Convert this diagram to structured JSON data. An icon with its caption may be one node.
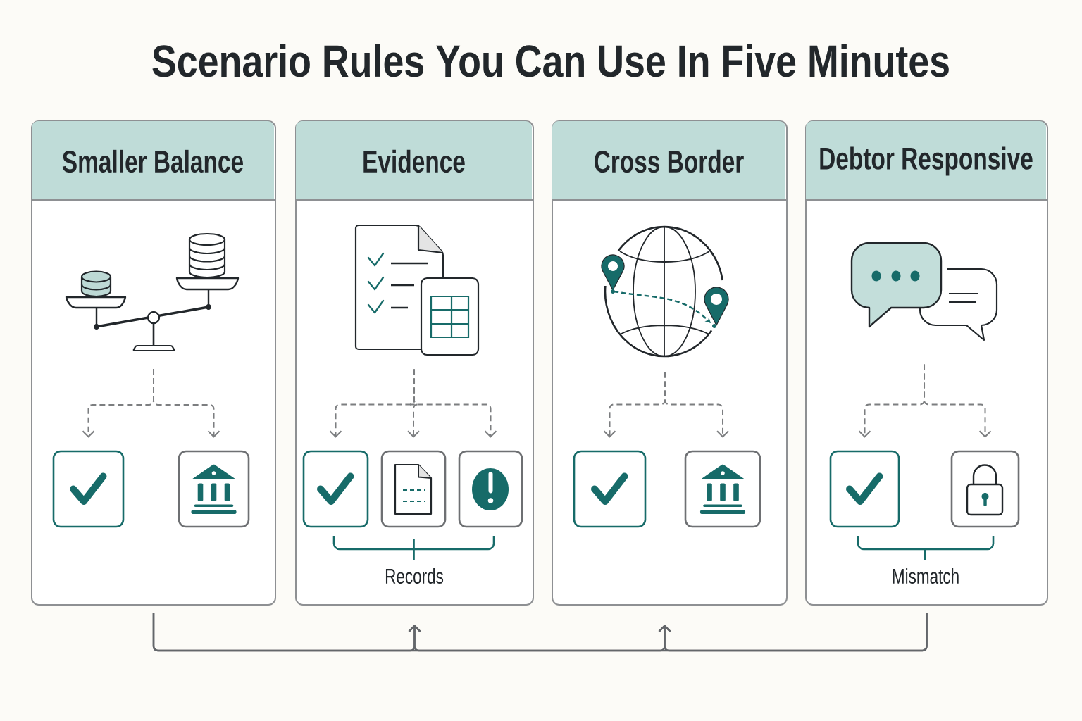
{
  "diagram": {
    "title": "Scenario Rules You Can Use In Five Minutes",
    "nodes": [
      {
        "text": [
          "Smaller Balance"
        ]
      },
      {
        "text": [],
        "shape": "picture",
        "in": 0
      },
      {
        "text": [],
        "shape": "box",
        "in": 0
      },
      {
        "text": [],
        "shape": "box",
        "in": 0
      },
      {
        "text": [
          "Evidence"
        ]
      },
      {
        "text": [],
        "shape": "picture",
        "in": 4
      },
      {
        "text": [],
        "shape": "box",
        "in": 4
      },
      {
        "text": [],
        "shape": "box",
        "in": 4
      },
      {
        "text": [],
        "shape": "box",
        "in": 4
      },
      {
        "text": [
          "Cross Border"
        ]
      },
      {
        "text": [],
        "shape": "picture",
        "in": 9
      },
      {
        "text": [],
        "shape": "box",
        "in": 9
      },
      {
        "text": [],
        "shape": "box",
        "in": 9
      },
      {
        "text": [
          "Debtor Responsive"
        ]
      },
      {
        "text": [],
        "shape": "picture",
        "in": 13
      },
      {
        "text": [],
        "shape": "box",
        "in": 13
      },
      {
        "text": [],
        "shape": "box",
        "in": 13
      }
    ],
    "edges": [
      {
        "from": 1,
        "to": 2,
        "arrow": "to",
        "style": "dashed"
      },
      {
        "from": 1,
        "to": 3,
        "arrow": "to",
        "style": "dashed"
      },
      {
        "from": 5,
        "to": 6,
        "arrow": "to",
        "style": "dashed"
      },
      {
        "from": 5,
        "to": 7,
        "arrow": "to",
        "style": "dashed"
      },
      {
        "from": 5,
        "to": 8,
        "arrow": "to",
        "style": "dashed"
      },
      {
        "from": 10,
        "to": 11,
        "arrow": "to",
        "style": "dashed"
      },
      {
        "from": 10,
        "to": 12,
        "arrow": "to",
        "style": "dashed"
      },
      {
        "from": 14,
        "to": 15,
        "arrow": "to",
        "style": "dashed"
      },
      {
        "from": 14,
        "to": 16,
        "arrow": "to",
        "style": "dashed"
      },
      {
        "from": 0,
        "to": 4,
        "arrow": "to"
      },
      {
        "from": 0,
        "to": 9,
        "arrow": "to"
      },
      {
        "from": 13,
        "to": 4,
        "arrow": "to"
      },
      {
        "from": 13,
        "to": 9,
        "arrow": "to"
      }
    ],
    "labels": [
      "Records",
      "Mismatch"
    ]
  }
}
